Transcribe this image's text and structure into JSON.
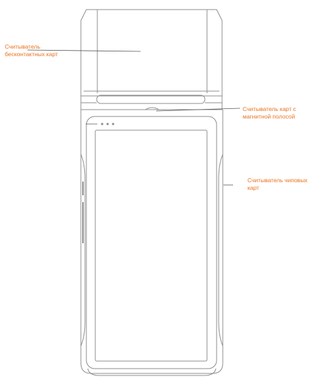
{
  "colors": {
    "outline": "#8c8c8c",
    "callout_text": "#e8731e",
    "callout_line": "#555555"
  },
  "labels": {
    "contactless": {
      "line1": "Считыватель",
      "line2": "бесконтактных карт"
    },
    "magstripe": {
      "line1": "Считыватель карт с",
      "line2": "магнитной полосой"
    },
    "chip": {
      "line1": "Считыватель чиповых",
      "line2": "карт"
    }
  }
}
